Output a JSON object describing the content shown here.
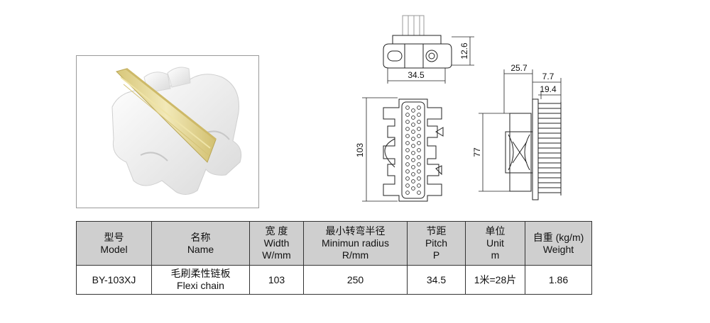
{
  "drawing": {
    "dims": {
      "height_top": "12.6",
      "width_top": "34.5",
      "height_front": "103",
      "d1": "25.7",
      "d2": "7.7",
      "d3": "19.4",
      "height_side": "77"
    }
  },
  "table": {
    "headers": [
      {
        "cn": "型号",
        "en": "Model",
        "en2": ""
      },
      {
        "cn": "名称",
        "en": "Name",
        "en2": ""
      },
      {
        "cn": "宽 度",
        "en": "Width",
        "en2": "W/mm"
      },
      {
        "cn": "最小转弯半径",
        "en": "Minimun radius",
        "en2": "R/mm"
      },
      {
        "cn": "节距",
        "en": "Pitch",
        "en2": "P"
      },
      {
        "cn": "单位",
        "en": "Unit",
        "en2": "m"
      },
      {
        "cn": "自重 (kg/m)",
        "en": "Weight",
        "en2": ""
      }
    ],
    "row": {
      "model": "BY-103XJ",
      "name_cn": "毛刷柔性链板",
      "name_en": "Flexi chain",
      "width": "103",
      "radius": "250",
      "pitch": "34.5",
      "unit": "1米=28片",
      "weight": "1.86"
    }
  },
  "colors": {
    "header_bg": "#cfcfcf",
    "brush": "#e6dba0",
    "plastic": "#f4f4f4",
    "line": "#222222"
  }
}
